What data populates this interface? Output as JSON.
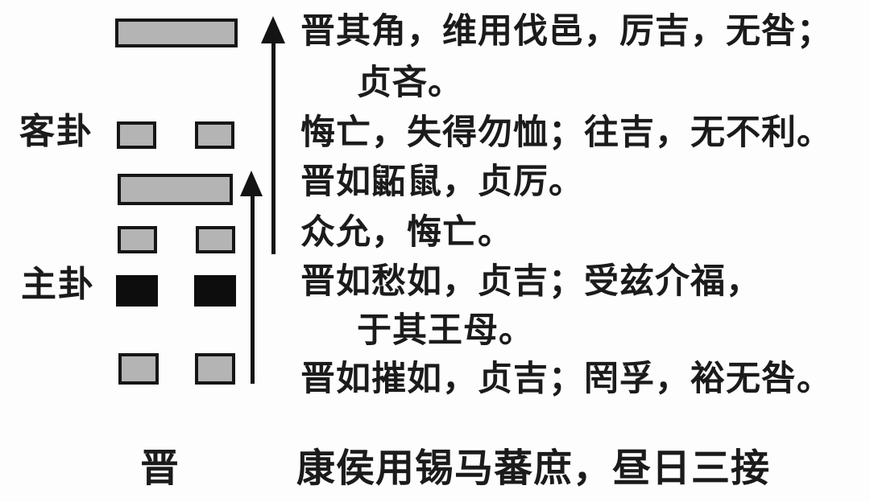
{
  "palette": {
    "background": "#fdfdfd",
    "line_fill_gray": "#b4b4b4",
    "line_fill_black": "#0d0d0d",
    "line_border": "#161616",
    "text_color": "#1b1b1b",
    "arrow_color": "#141414"
  },
  "hexagram": {
    "name": "晋",
    "guest_label": "客卦",
    "host_label": "主卦",
    "lines_top_to_bottom": [
      {
        "position": 6,
        "type": "yang",
        "fill": "gray"
      },
      {
        "position": 5,
        "type": "yin",
        "fill": "gray"
      },
      {
        "position": 4,
        "type": "yang",
        "fill": "gray"
      },
      {
        "position": 3,
        "type": "yin",
        "fill": "gray"
      },
      {
        "position": 2,
        "type": "yin",
        "fill": "black",
        "highlighted": true
      },
      {
        "position": 1,
        "type": "yin",
        "fill": "gray"
      }
    ],
    "arrows": [
      {
        "name": "long-upward-arrow",
        "direction": "up",
        "span": "middle-to-top"
      },
      {
        "name": "short-upward-arrow",
        "direction": "up",
        "span": "bottom-to-middle"
      }
    ]
  },
  "line_texts": {
    "rows": [
      {
        "text": "晋其角，维用伐邑，厉吉，无咎；",
        "indent": false
      },
      {
        "text": "贞吝。",
        "indent": true
      },
      {
        "text": "悔亡，失得勿恤；往吉，无不利。",
        "indent": false
      },
      {
        "text": "晋如鼫鼠，贞厉。",
        "indent": false
      },
      {
        "text": "众允，悔亡。",
        "indent": false
      },
      {
        "text": "晋如愁如，贞吉；受兹介福，",
        "indent": false
      },
      {
        "text": "于其王母。",
        "indent": true
      },
      {
        "text": "晋如摧如，贞吉；罔孚，裕无咎。",
        "indent": false
      }
    ]
  },
  "footer": {
    "hexagram_name": "晋",
    "judgment": "康侯用锡马蕃庶，昼日三接"
  }
}
